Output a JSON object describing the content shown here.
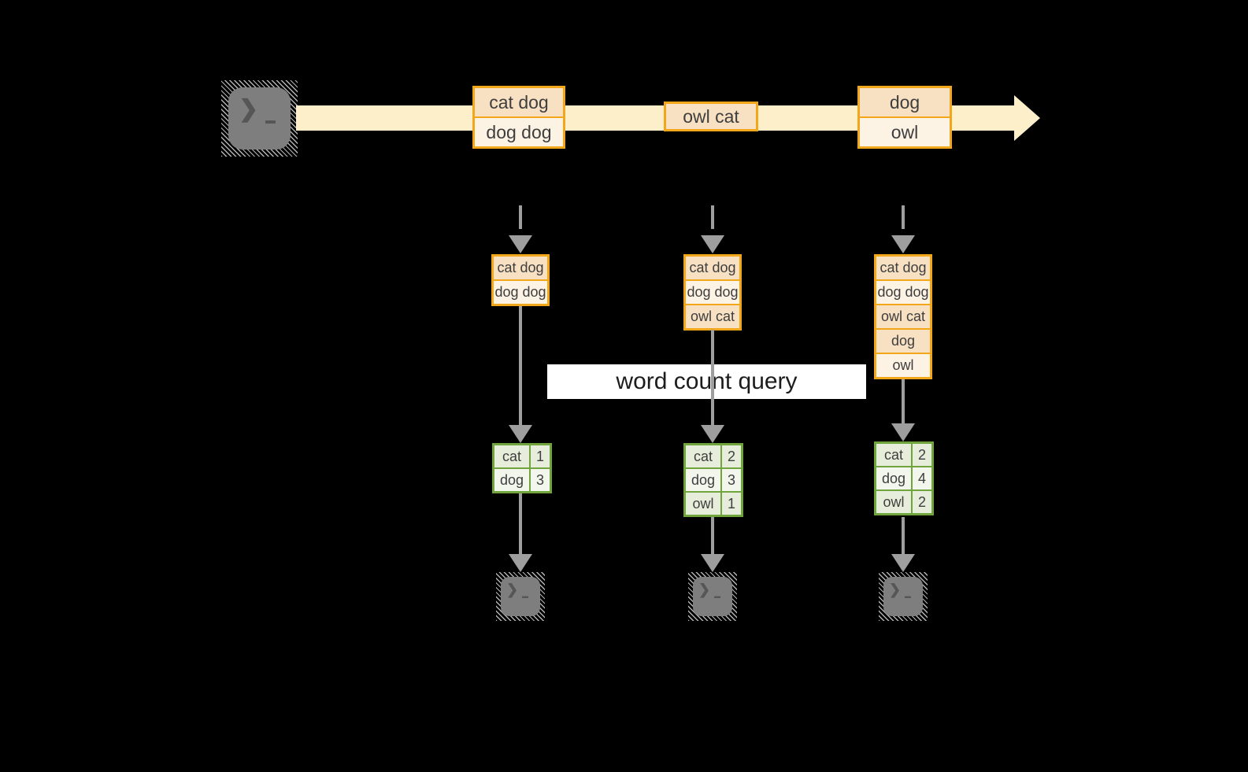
{
  "label": {
    "text": "word count query"
  },
  "stream": {
    "events": [
      {
        "cells": [
          "cat dog",
          "dog dog"
        ]
      },
      {
        "cells": [
          "owl cat"
        ]
      },
      {
        "cells": [
          "dog",
          "owl"
        ]
      }
    ]
  },
  "columns": [
    {
      "stack": [
        "cat dog",
        "dog dog"
      ],
      "table": [
        {
          "word": "cat",
          "count": "1"
        },
        {
          "word": "dog",
          "count": "3"
        }
      ]
    },
    {
      "stack": [
        "cat dog",
        "dog dog",
        "owl cat"
      ],
      "table": [
        {
          "word": "cat",
          "count": "2"
        },
        {
          "word": "dog",
          "count": "3"
        },
        {
          "word": "owl",
          "count": "1"
        }
      ]
    },
    {
      "stack": [
        "cat dog",
        "dog dog",
        "owl cat",
        "dog",
        "owl"
      ],
      "table": [
        {
          "word": "cat",
          "count": "2"
        },
        {
          "word": "dog",
          "count": "4"
        },
        {
          "word": "owl",
          "count": "2"
        }
      ]
    }
  ],
  "icons": {
    "terminal_prompt_glyph": "❯",
    "terminal_cursor_glyph": "▬"
  },
  "colors": {
    "accent": "#F2A71B",
    "cell_dark": "#F8E1C3",
    "cell_light": "#FDF3E4",
    "stream_band": "#FCEFCA",
    "arrow_gray": "#9E9E9E",
    "green_border": "#6FA53C",
    "green_row_dark": "#E6EEDB",
    "green_row_light": "#F2F6ED",
    "text_dark": "#3E3E3E",
    "label_bg": "#FFFFFF",
    "label_text": "#1C1C1C",
    "terminal_gray": "#7E7E7E",
    "hatch_gray": "#B3B3B3",
    "glyph_gray": "#565656"
  }
}
